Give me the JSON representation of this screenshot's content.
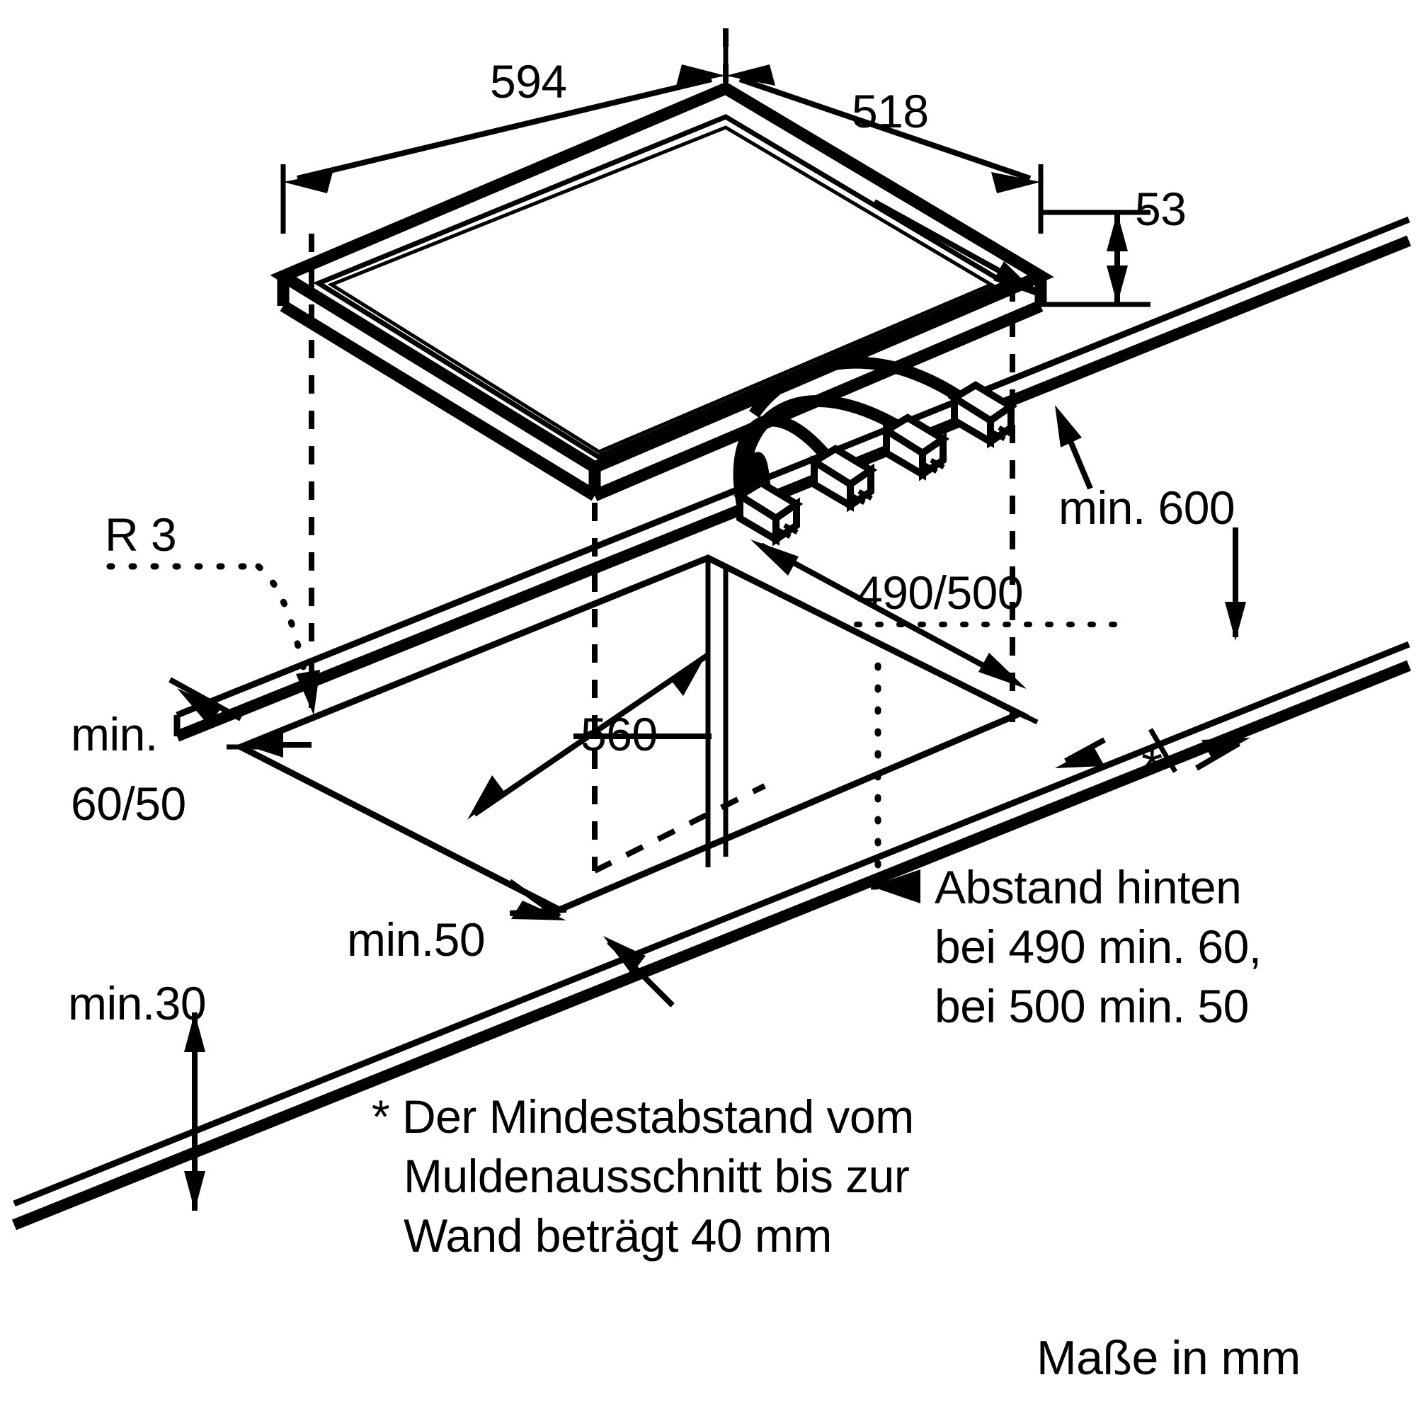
{
  "document": {
    "type": "installation-dimension-drawing",
    "subject": "built-in cooktop / hob installation cut-out",
    "language": "de",
    "units_note": "Maße in mm",
    "line_color": "#000000",
    "background_color": "#ffffff"
  },
  "dimensions": {
    "appliance_width": "594",
    "appliance_depth": "518",
    "appliance_height": "53",
    "cutout_width": "560",
    "cutout_depth": "490/500",
    "corner_radius": "R 3",
    "min_rear_front_worktop": "min.\n60/50",
    "min_side": "min.50",
    "min_below": "min.30",
    "min_above": "min. 600"
  },
  "labels": {
    "w594": "594",
    "d518": "518",
    "h53": "53",
    "r3": "R 3",
    "min_600": "min. 600",
    "d490_500": "490/500",
    "w560": "560",
    "min_60_50_line1": "min.",
    "min_60_50_line2": "60/50",
    "min_50": "min.50",
    "min_30": "min.30",
    "asterisk": "*",
    "rear_note_line1": "Abstand hinten",
    "rear_note_line2": "bei 490 min. 60,",
    "rear_note_line3": "bei 500 min. 50",
    "footnote_line1": "* Der Mindestabstand vom",
    "footnote_line2": "Muldenausschnitt bis zur",
    "footnote_line3": "Wand beträgt 40 mm",
    "units": "Maße in mm"
  }
}
